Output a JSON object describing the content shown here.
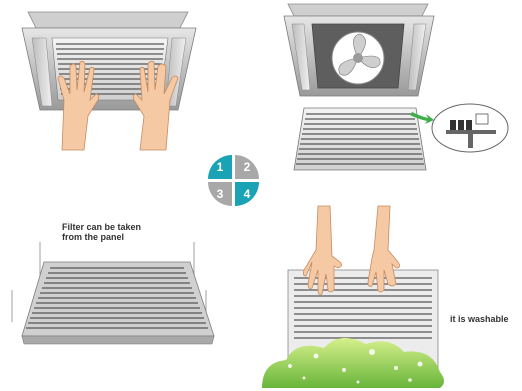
{
  "step_indicator": {
    "steps": [
      "1",
      "2",
      "3",
      "4"
    ],
    "active_color": "#1aa3b5",
    "inactive_color": "#a8a8a8"
  },
  "captions": {
    "filter_removed": "Filter can be taken\nfrom the panel",
    "washable": "it is washable"
  },
  "icons": [
    "hands-icon",
    "fan-icon",
    "latch-detail-icon",
    "bush-icon"
  ]
}
